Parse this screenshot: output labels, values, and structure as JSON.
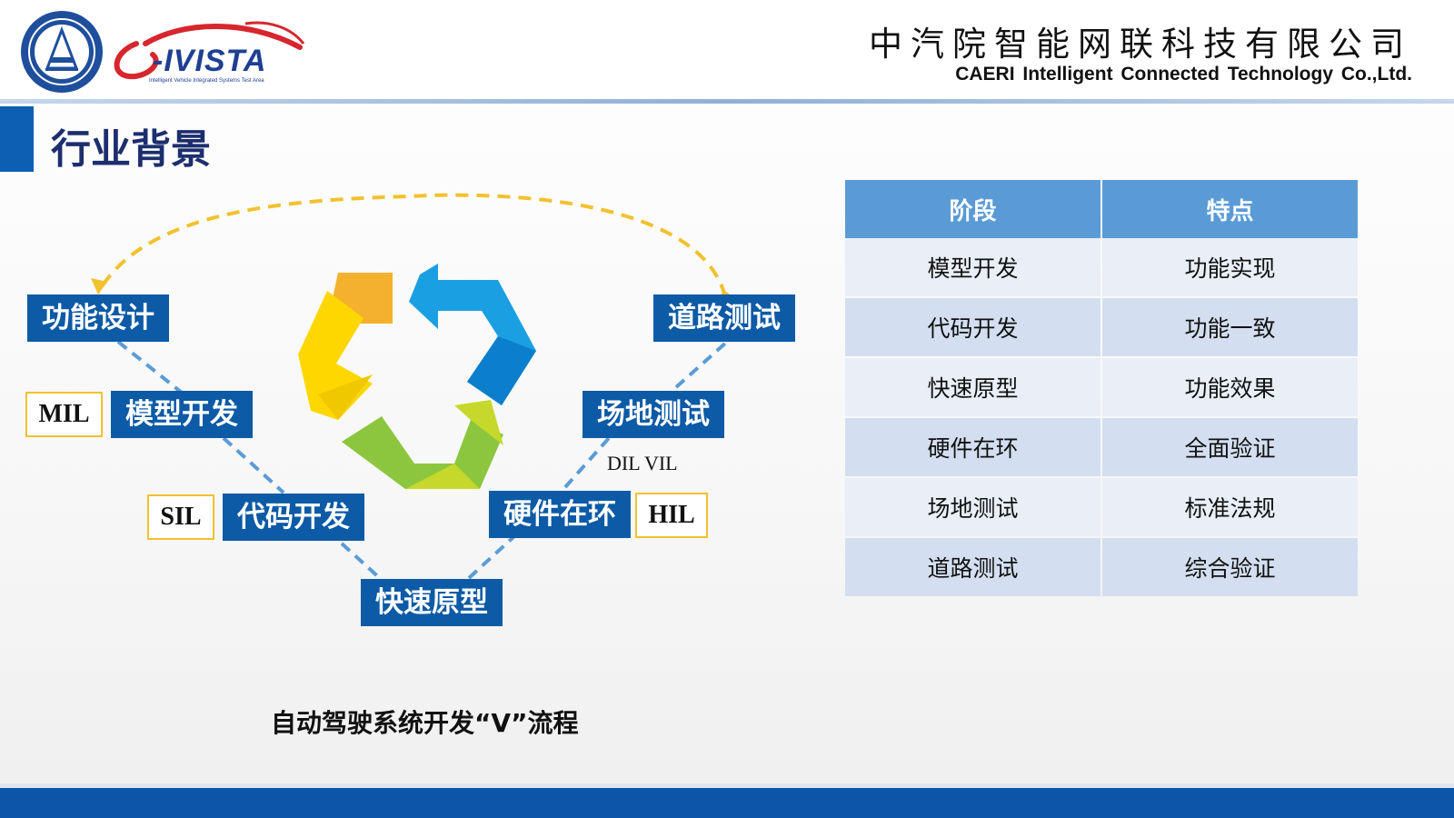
{
  "header": {
    "logo_word": "-IVISTA",
    "logo_tagline": "Intelligent Vehicle Integrated Systems Test Area",
    "company_cn": "中汽院智能网联科技有限公司",
    "company_en": "CAERI Intelligent Connected Technology Co.,Ltd."
  },
  "page": {
    "title": "行业背景"
  },
  "diagram": {
    "stages": {
      "function_design": "功能设计",
      "model_dev": "模型开发",
      "code_dev": "代码开发",
      "rapid_proto": "快速原型",
      "hardware_loop": "硬件在环",
      "field_test": "场地测试",
      "road_test": "道路测试"
    },
    "levels": {
      "mil": "MIL",
      "sil": "SIL",
      "hil": "HIL",
      "dil_vil": "DIL VIL"
    },
    "caption": "自动驾驶系统开发“V”流程"
  },
  "table": {
    "headers": [
      "阶段",
      "特点"
    ],
    "rows": [
      [
        "模型开发",
        "功能实现"
      ],
      [
        "代码开发",
        "功能一致"
      ],
      [
        "快速原型",
        "功能效果"
      ],
      [
        "硬件在环",
        "全面验证"
      ],
      [
        "场地测试",
        "标准法规"
      ],
      [
        "道路测试",
        "综合验证"
      ]
    ]
  },
  "colors": {
    "primary_blue": "#0d5aa6",
    "table_header": "#5b9bd5",
    "accent_yellow": "#f2c12e"
  }
}
